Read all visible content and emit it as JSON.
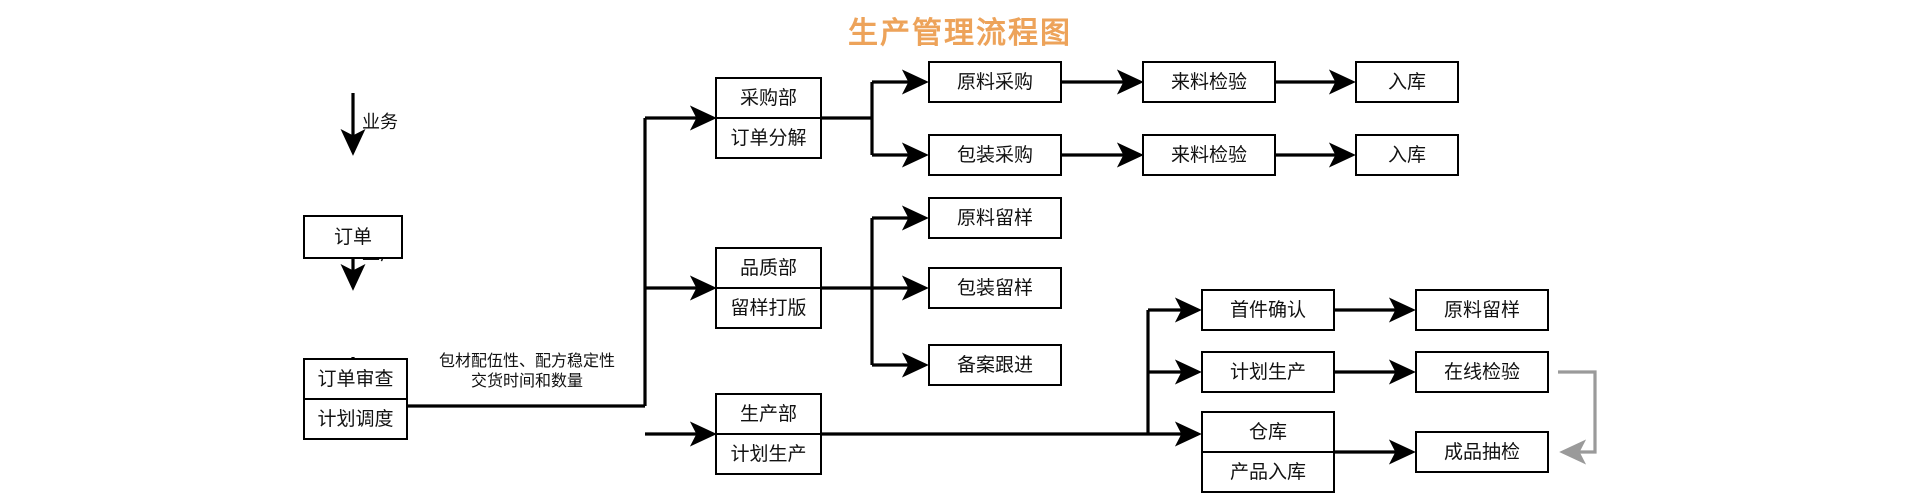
{
  "title": "生产管理流程图",
  "theme": {
    "title_color": "#eda35a",
    "line_color": "#000000",
    "box_border": "#000000",
    "background": "#ffffff",
    "feedback_arrow_color": "#9a9a9a"
  },
  "edge_labels": {
    "business": "业务",
    "factory": "工厂"
  },
  "annotation": {
    "line1": "包材配伍性、配方稳定性",
    "line2": "交货时间和数量"
  },
  "nodes": {
    "order": {
      "label": "订单"
    },
    "order_review": {
      "top": "订单审查",
      "bottom": "计划调度"
    },
    "purchasing_dept": {
      "top": "采购部",
      "bottom": "订单分解"
    },
    "quality_dept": {
      "top": "品质部",
      "bottom": "留样打版"
    },
    "production_dept": {
      "top": "生产部",
      "bottom": "计划生产"
    },
    "material_purchase": {
      "label": "原料采购"
    },
    "incoming_inspection_1": {
      "label": "来料检验"
    },
    "warehouse_in_1": {
      "label": "入库"
    },
    "package_purchase": {
      "label": "包装采购"
    },
    "incoming_inspection_2": {
      "label": "来料检验"
    },
    "warehouse_in_2": {
      "label": "入库"
    },
    "material_retain": {
      "label": "原料留样"
    },
    "package_retain": {
      "label": "包装留样"
    },
    "filing_followup": {
      "label": "备案跟进"
    },
    "first_article": {
      "label": "首件确认"
    },
    "material_retain_2": {
      "label": "原料留样"
    },
    "planned_production": {
      "label": "计划生产"
    },
    "online_inspection": {
      "label": "在线检验"
    },
    "warehouse": {
      "top": "仓库",
      "bottom": "产品入库"
    },
    "finished_sampling": {
      "label": "成品抽检"
    }
  }
}
